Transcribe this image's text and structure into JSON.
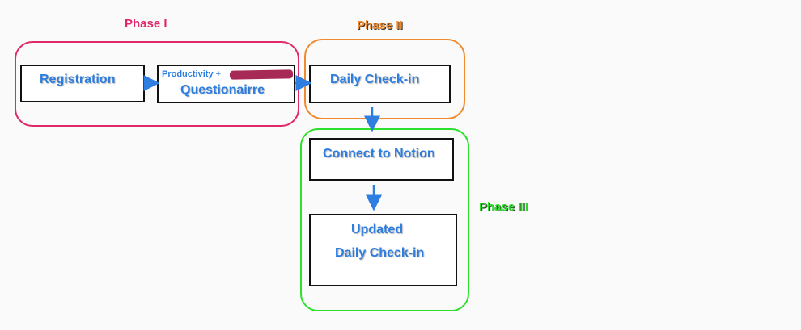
{
  "colors": {
    "phase1": "#e0286a",
    "phase2": "#f08a2c",
    "phase3": "#2ce02c",
    "node_text": "#2d7ee0",
    "arrow": "#2d7ee0",
    "redaction": "#a01848"
  },
  "phases": {
    "phase1": {
      "label": "Phase I"
    },
    "phase2": {
      "label": "Phase II"
    },
    "phase3": {
      "label": "Phase III"
    }
  },
  "nodes": {
    "registration": {
      "label": "Registration"
    },
    "questionnaire": {
      "prefix": "Productivity +",
      "label": "Questionairre",
      "redacted": true
    },
    "daily_checkin": {
      "label": "Daily Check-in"
    },
    "connect_notion": {
      "label": "Connect to Notion"
    },
    "updated_checkin": {
      "line1": "Updated",
      "line2": "Daily Check-in"
    }
  }
}
